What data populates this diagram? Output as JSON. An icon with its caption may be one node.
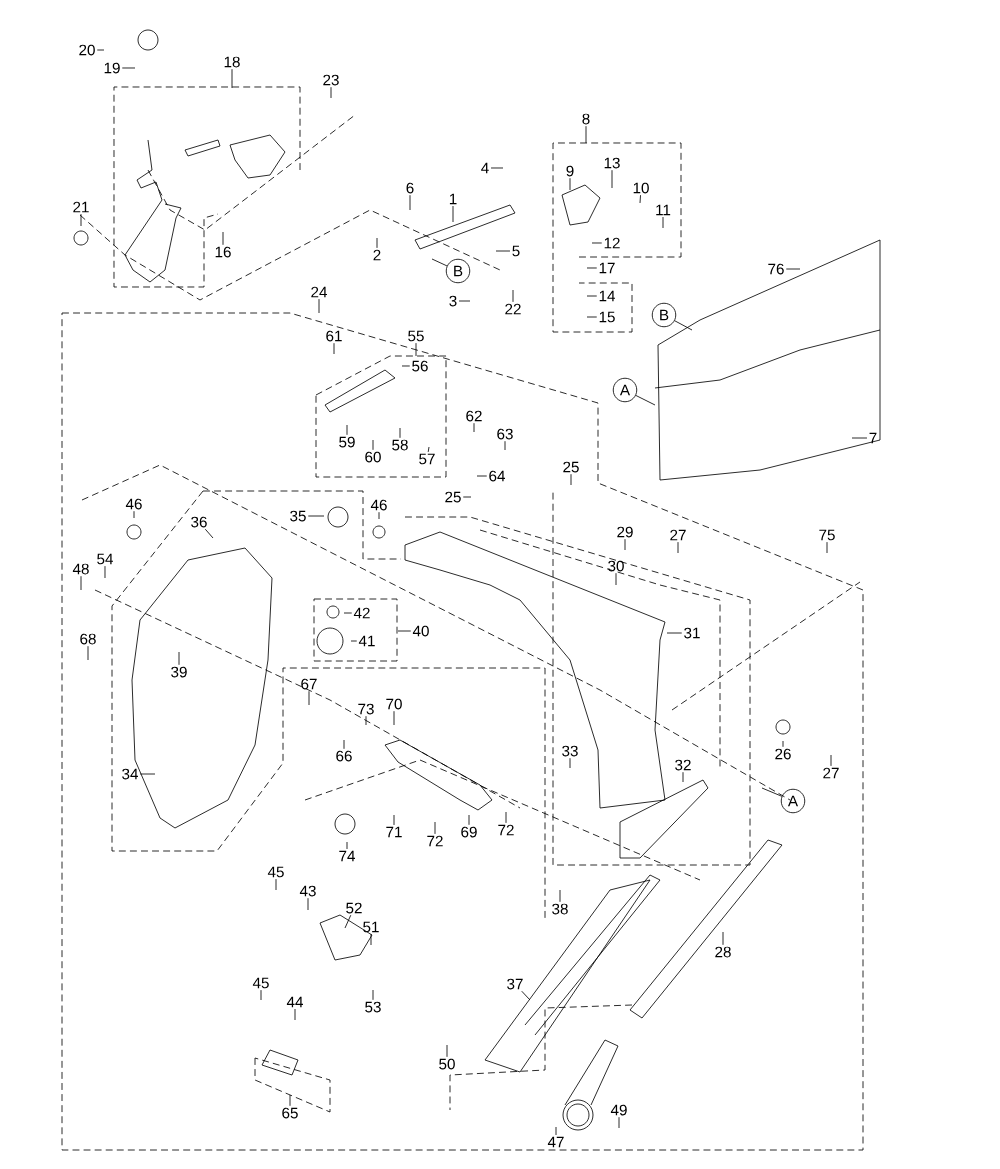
{
  "diagram": {
    "nodes": [
      {
        "text": [
          "20"
        ]
      },
      {
        "text": [
          "19"
        ]
      },
      {
        "text": [
          "18"
        ]
      },
      {
        "text": [
          "23"
        ]
      },
      {
        "text": [
          "8"
        ]
      },
      {
        "text": [
          "4"
        ]
      },
      {
        "text": [
          "13"
        ]
      },
      {
        "text": [
          "9"
        ]
      },
      {
        "text": [
          "10"
        ]
      },
      {
        "text": [
          "6"
        ]
      },
      {
        "text": [
          "1"
        ]
      },
      {
        "text": [
          "21"
        ]
      },
      {
        "text": [
          "11"
        ]
      },
      {
        "text": [
          "12"
        ]
      },
      {
        "text": [
          "16"
        ]
      },
      {
        "text": [
          "5"
        ]
      },
      {
        "text": [
          "2"
        ]
      },
      {
        "text": [
          "17"
        ]
      },
      {
        "text": [
          "76"
        ]
      },
      {
        "text": [
          "B"
        ]
      },
      {
        "text": [
          "14"
        ]
      },
      {
        "text": [
          "3"
        ]
      },
      {
        "text": [
          "24"
        ]
      },
      {
        "text": [
          "22"
        ]
      },
      {
        "text": [
          "B"
        ]
      },
      {
        "text": [
          "15"
        ]
      },
      {
        "text": [
          "61"
        ]
      },
      {
        "text": [
          "55"
        ]
      },
      {
        "text": [
          "56"
        ]
      },
      {
        "text": [
          "A"
        ]
      },
      {
        "text": [
          "62"
        ]
      },
      {
        "text": [
          "63"
        ]
      },
      {
        "text": [
          "7"
        ]
      },
      {
        "text": [
          "59"
        ]
      },
      {
        "text": [
          "58"
        ]
      },
      {
        "text": [
          "60"
        ]
      },
      {
        "text": [
          "57"
        ]
      },
      {
        "text": [
          "25"
        ]
      },
      {
        "text": [
          "64"
        ]
      },
      {
        "text": [
          "25"
        ]
      },
      {
        "text": [
          "46"
        ]
      },
      {
        "text": [
          "46"
        ]
      },
      {
        "text": [
          "35"
        ]
      },
      {
        "text": [
          "36"
        ]
      },
      {
        "text": [
          "29"
        ]
      },
      {
        "text": [
          "27"
        ]
      },
      {
        "text": [
          "75"
        ]
      },
      {
        "text": [
          "54"
        ]
      },
      {
        "text": [
          "30"
        ]
      },
      {
        "text": [
          "48"
        ]
      },
      {
        "text": [
          "42"
        ]
      },
      {
        "text": [
          "40"
        ]
      },
      {
        "text": [
          "31"
        ]
      },
      {
        "text": [
          "41"
        ]
      },
      {
        "text": [
          "68"
        ]
      },
      {
        "text": [
          "39"
        ]
      },
      {
        "text": [
          "67"
        ]
      },
      {
        "text": [
          "70"
        ]
      },
      {
        "text": [
          "73"
        ]
      },
      {
        "text": [
          "26"
        ]
      },
      {
        "text": [
          "66"
        ]
      },
      {
        "text": [
          "33"
        ]
      },
      {
        "text": [
          "32"
        ]
      },
      {
        "text": [
          "34"
        ]
      },
      {
        "text": [
          "27"
        ]
      },
      {
        "text": [
          "A"
        ]
      },
      {
        "text": [
          "71"
        ]
      },
      {
        "text": [
          "69"
        ]
      },
      {
        "text": [
          "72"
        ]
      },
      {
        "text": [
          "72"
        ]
      },
      {
        "text": [
          "74"
        ]
      },
      {
        "text": [
          "45"
        ]
      },
      {
        "text": [
          "43"
        ]
      },
      {
        "text": [
          "52"
        ]
      },
      {
        "text": [
          "38"
        ]
      },
      {
        "text": [
          "51"
        ]
      },
      {
        "text": [
          "28"
        ]
      },
      {
        "text": [
          "45"
        ]
      },
      {
        "text": [
          "37"
        ]
      },
      {
        "text": [
          "44"
        ]
      },
      {
        "text": [
          "53"
        ]
      },
      {
        "text": [
          "50"
        ]
      },
      {
        "text": [
          "65"
        ]
      },
      {
        "text": [
          "49"
        ]
      },
      {
        "text": [
          "47"
        ]
      }
    ],
    "edges": [
      {
        "from": 0,
        "to": null,
        "arrow": "none"
      },
      {
        "from": 1,
        "to": null,
        "arrow": "none"
      },
      {
        "from": 2,
        "to": null,
        "arrow": "none"
      },
      {
        "from": 3,
        "to": null,
        "arrow": "none"
      },
      {
        "from": 4,
        "to": null,
        "arrow": "none"
      },
      {
        "from": 5,
        "to": null,
        "arrow": "none"
      },
      {
        "from": 6,
        "to": null,
        "arrow": "none"
      },
      {
        "from": 7,
        "to": null,
        "arrow": "none"
      },
      {
        "from": 8,
        "to": null,
        "arrow": "none"
      },
      {
        "from": 9,
        "to": null,
        "arrow": "none"
      },
      {
        "from": 10,
        "to": null,
        "arrow": "none"
      },
      {
        "from": 11,
        "to": null,
        "arrow": "none"
      },
      {
        "from": 12,
        "to": null,
        "arrow": "none"
      },
      {
        "from": 13,
        "to": null,
        "arrow": "none"
      },
      {
        "from": 14,
        "to": null,
        "arrow": "none"
      },
      {
        "from": 15,
        "to": null,
        "arrow": "none"
      },
      {
        "from": 16,
        "to": null,
        "arrow": "none"
      },
      {
        "from": 17,
        "to": null,
        "arrow": "none"
      },
      {
        "from": 18,
        "to": null,
        "arrow": "none"
      },
      {
        "from": 19,
        "to": null,
        "arrow": "none"
      },
      {
        "from": 20,
        "to": null,
        "arrow": "none"
      },
      {
        "from": 21,
        "to": null,
        "arrow": "none"
      },
      {
        "from": 22,
        "to": null,
        "arrow": "none"
      },
      {
        "from": 23,
        "to": null,
        "arrow": "none"
      },
      {
        "from": 24,
        "to": null,
        "arrow": "none"
      },
      {
        "from": 25,
        "to": null,
        "arrow": "none"
      },
      {
        "from": 26,
        "to": null,
        "arrow": "none"
      },
      {
        "from": 27,
        "to": null,
        "arrow": "none"
      },
      {
        "from": 28,
        "to": null,
        "arrow": "none"
      },
      {
        "from": 29,
        "to": null,
        "arrow": "none"
      },
      {
        "from": 30,
        "to": null,
        "arrow": "none"
      },
      {
        "from": 31,
        "to": null,
        "arrow": "none"
      },
      {
        "from": 32,
        "to": null,
        "arrow": "none"
      },
      {
        "from": 33,
        "to": null,
        "arrow": "none"
      },
      {
        "from": 34,
        "to": null,
        "arrow": "none"
      },
      {
        "from": 35,
        "to": null,
        "arrow": "none"
      },
      {
        "from": 36,
        "to": null,
        "arrow": "none"
      },
      {
        "from": 37,
        "to": null,
        "arrow": "none"
      },
      {
        "from": 38,
        "to": null,
        "arrow": "none"
      },
      {
        "from": 39,
        "to": null,
        "arrow": "none"
      },
      {
        "from": 40,
        "to": null,
        "arrow": "none"
      },
      {
        "from": 41,
        "to": null,
        "arrow": "none"
      },
      {
        "from": 42,
        "to": null,
        "arrow": "none"
      },
      {
        "from": 43,
        "to": null,
        "arrow": "none"
      },
      {
        "from": 44,
        "to": null,
        "arrow": "none"
      },
      {
        "from": 45,
        "to": null,
        "arrow": "none"
      },
      {
        "from": 46,
        "to": null,
        "arrow": "none"
      },
      {
        "from": 47,
        "to": null,
        "arrow": "none"
      },
      {
        "from": 48,
        "to": null,
        "arrow": "none"
      },
      {
        "from": 49,
        "to": null,
        "arrow": "none"
      },
      {
        "from": 50,
        "to": null,
        "arrow": "none"
      },
      {
        "from": 51,
        "to": null,
        "arrow": "none"
      },
      {
        "from": 52,
        "to": null,
        "arrow": "none"
      },
      {
        "from": 53,
        "to": null,
        "arrow": "none"
      },
      {
        "from": 54,
        "to": null,
        "arrow": "none"
      },
      {
        "from": 55,
        "to": null,
        "arrow": "none"
      },
      {
        "from": 56,
        "to": null,
        "arrow": "none"
      },
      {
        "from": 57,
        "to": null,
        "arrow": "none"
      },
      {
        "from": 58,
        "to": null,
        "arrow": "none"
      },
      {
        "from": 59,
        "to": null,
        "arrow": "none"
      },
      {
        "from": 60,
        "to": null,
        "arrow": "none"
      },
      {
        "from": 61,
        "to": null,
        "arrow": "none"
      },
      {
        "from": 62,
        "to": null,
        "arrow": "none"
      },
      {
        "from": 63,
        "to": null,
        "arrow": "none"
      },
      {
        "from": 64,
        "to": null,
        "arrow": "none"
      },
      {
        "from": 65,
        "to": null,
        "arrow": "none"
      },
      {
        "from": 66,
        "to": null,
        "arrow": "none"
      },
      {
        "from": 67,
        "to": null,
        "arrow": "none"
      },
      {
        "from": 68,
        "to": null,
        "arrow": "none"
      },
      {
        "from": 69,
        "to": null,
        "arrow": "none"
      },
      {
        "from": 70,
        "to": null,
        "arrow": "none"
      },
      {
        "from": 71,
        "to": null,
        "arrow": "none"
      },
      {
        "from": 72,
        "to": null,
        "arrow": "none"
      },
      {
        "from": 73,
        "to": null,
        "arrow": "none"
      },
      {
        "from": 74,
        "to": null,
        "arrow": "none"
      },
      {
        "from": 75,
        "to": null,
        "arrow": "none"
      },
      {
        "from": 76,
        "to": null,
        "arrow": "none"
      },
      {
        "from": 77,
        "to": null,
        "arrow": "none"
      },
      {
        "from": 78,
        "to": null,
        "arrow": "none"
      },
      {
        "from": 79,
        "to": null,
        "arrow": "none"
      },
      {
        "from": 80,
        "to": null,
        "arrow": "none"
      },
      {
        "from": 81,
        "to": null,
        "arrow": "none"
      },
      {
        "from": 82,
        "to": null,
        "arrow": "none"
      },
      {
        "from": 83,
        "to": null,
        "arrow": "none"
      },
      {
        "from": 84,
        "to": null,
        "arrow": "none"
      }
    ]
  }
}
